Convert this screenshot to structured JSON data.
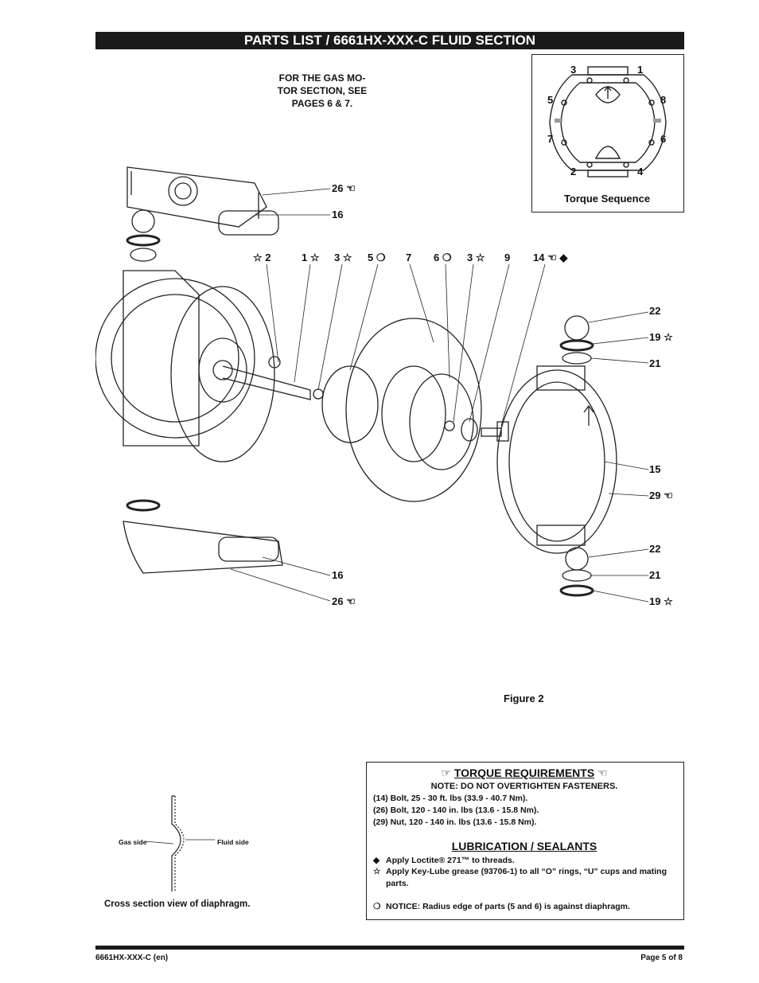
{
  "header": {
    "title": "PARTS LIST / 6661HX-XXX-C FLUID SECTION"
  },
  "gas_motor_note": "FOR THE GAS MO-\nTOR SECTION, SEE\nPAGES 6 & 7.",
  "torque_sequence": {
    "label": "Torque Sequence",
    "numbers": [
      "3",
      "1",
      "5",
      "8",
      "7",
      "6",
      "2",
      "4"
    ]
  },
  "callouts_top": [
    "☆ 2",
    "1 ☆",
    "3 ☆",
    "5 ❍",
    "7",
    "6 ❍",
    "3 ☆",
    "9",
    "14 ☜ ◆"
  ],
  "callouts_left": [
    "26 ☜",
    "16",
    "16",
    "26 ☜"
  ],
  "callouts_right": [
    "22",
    "19 ☆",
    "21",
    "15",
    "29 ☜",
    "22",
    "21",
    "19 ☆"
  ],
  "figure_label": "Figure 2",
  "torque_requirements": {
    "title": "TORQUE REQUIREMENTS",
    "icon_left": "☞",
    "icon_right": "☜",
    "note": "NOTE: DO NOT OVERTIGHTEN FASTENERS.",
    "lines": [
      "(14) Bolt, 25 - 30 ft. lbs (33.9 - 40.7 Nm).",
      "(26) Bolt, 120 - 140 in. lbs (13.6 - 15.8 Nm).",
      "(29) Nut, 120 - 140 in. lbs (13.6 - 15.8 Nm)."
    ]
  },
  "lubrication": {
    "title": "LUBRICATION / SEALANTS",
    "items": [
      {
        "symbol": "◆",
        "text": "Apply Loctite® 271™ to threads."
      },
      {
        "symbol": "☆",
        "text": "Apply Key-Lube grease (93706-1) to all “O” rings, “U” cups and mating parts."
      },
      {
        "symbol": "❍",
        "text": "NOTICE: Radius edge of parts (5 and 6) is against diaphragm."
      }
    ]
  },
  "cross_section": {
    "caption": "Cross section view of diaphragm.",
    "gas_side": "Gas side",
    "fluid_side": "Fluid side"
  },
  "footer": {
    "doc_id": "6661HX-XXX-C (en)",
    "page": "Page 5 of 8"
  }
}
